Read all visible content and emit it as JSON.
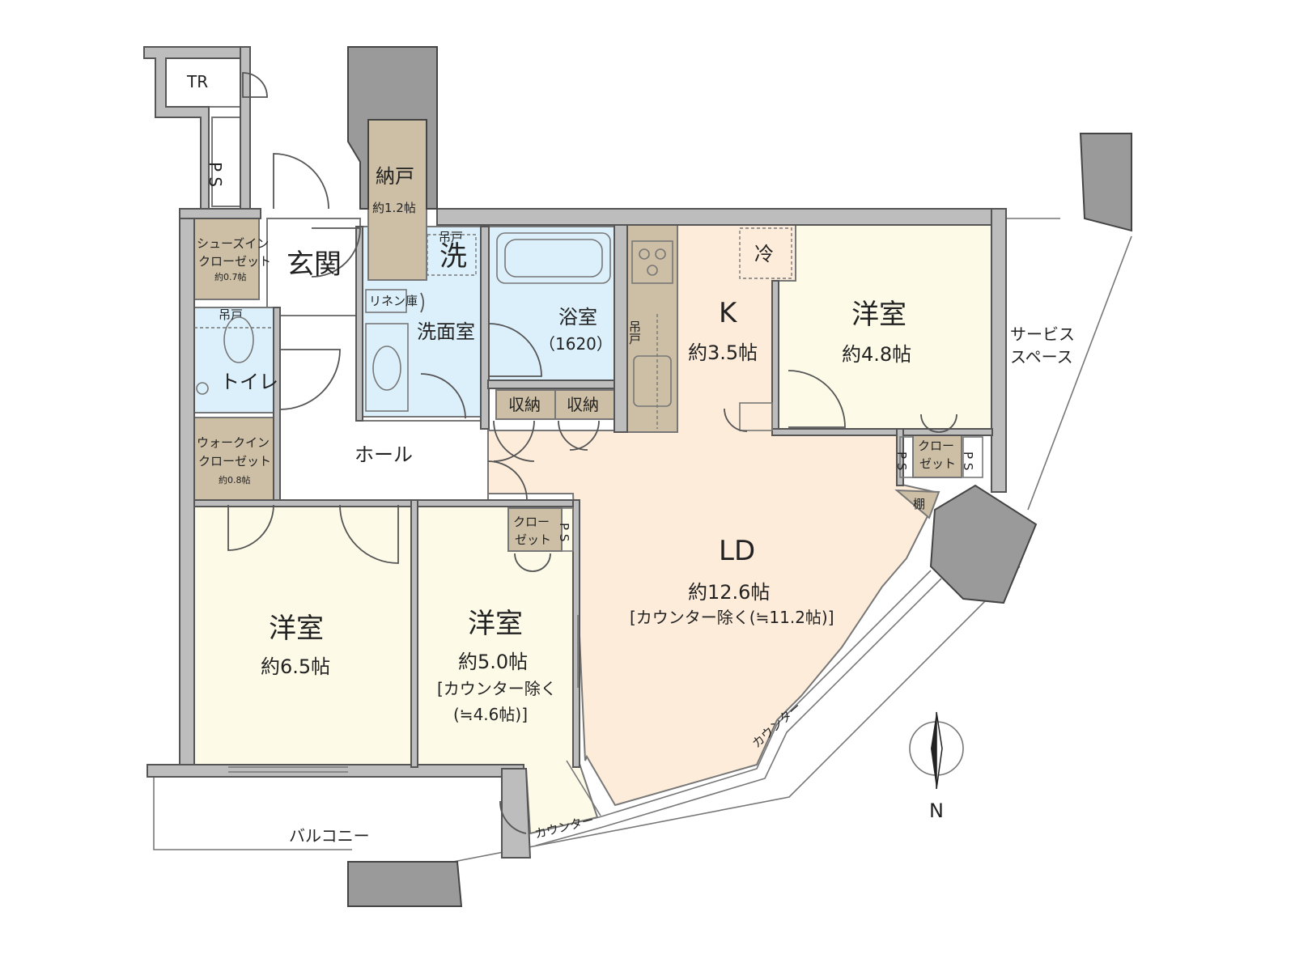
{
  "rooms": {
    "tr": "TR",
    "ps_top": "P S",
    "storage": {
      "name": "納戸",
      "area": "約1.2帖"
    },
    "shoe_closet": {
      "name_line1": "シューズイン",
      "name_line2": "クローゼット",
      "area": "約0.7帖"
    },
    "entrance": "玄関",
    "hanging_cabinet": "吊戸",
    "washer": "洗",
    "linen": "リネン庫",
    "washroom": "洗面室",
    "bathroom": {
      "name": "浴室",
      "size": "（1620）"
    },
    "toilet": "トイレ",
    "walkin_closet": {
      "name_line1": "ウォークイン",
      "name_line2": "クローゼット",
      "area": "約0.8帖"
    },
    "hall": "ホール",
    "storage_a": "収納",
    "storage_b": "収納",
    "kitchen": {
      "name": "K",
      "area": "約3.5帖"
    },
    "fridge": "冷",
    "western_ne": {
      "name": "洋室",
      "area": "約4.8帖"
    },
    "service_space_line1": "サービス",
    "service_space_line2": "スペース",
    "closet_ne_line1": "クロー",
    "closet_ne_line2": "ゼット",
    "ps_ne_left": "P S",
    "ps_ne_right": "P S",
    "shelf": "棚",
    "ld": {
      "name": "LD",
      "area": "約12.6帖",
      "note": "[カウンター除く(≒11.2帖)]"
    },
    "western_sw": {
      "name": "洋室",
      "area": "約6.5帖"
    },
    "western_s": {
      "name": "洋室",
      "area": "約5.0帖",
      "note_line1": "[カウンター除く",
      "note_line2": "(≒4.6帖)]"
    },
    "closet_s_line1": "クロー",
    "closet_s_line2": "ゼット",
    "ps_s": "P S",
    "balcony": "バルコニー",
    "counter_ld": "カウンター",
    "counter_s": "カウンター"
  },
  "compass": {
    "label": "N"
  },
  "colors": {
    "wall": "#bdbdbd",
    "room_yellow": "#fdfbe8",
    "room_peach": "#fdecd9",
    "room_blue": "#dcf0fb",
    "closet_tan": "#cdbfa5"
  }
}
